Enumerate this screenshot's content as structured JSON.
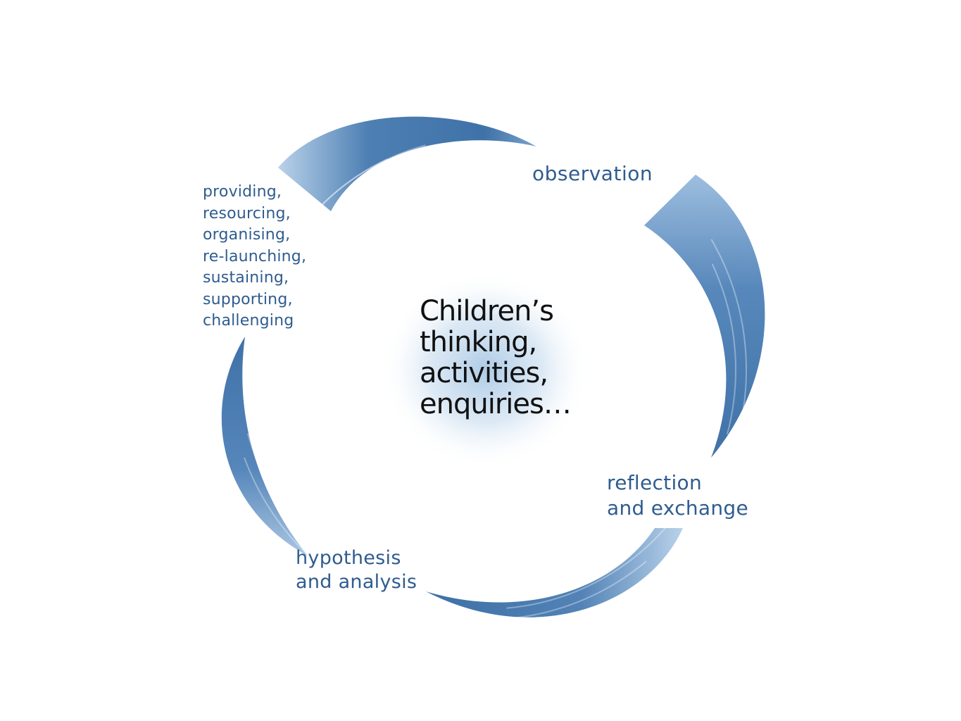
{
  "center": {
    "lines": [
      "Children’s",
      "thinking,",
      "activities,",
      "enquiries…"
    ]
  },
  "stages": {
    "observation": [
      "observation"
    ],
    "reflection": [
      "reflection",
      "and exchange"
    ],
    "hypothesis": [
      "hypothesis",
      "and analysis"
    ],
    "providing": [
      "providing,",
      "resourcing,",
      "organising,",
      "re-launching,",
      "sustaining,",
      "supporting,",
      "challenging"
    ]
  },
  "colors": {
    "arc": "#4a7bb0",
    "arc_light": "#a9c6e2",
    "label": "#2f5c8f",
    "center_text": "#111111",
    "center_glow": "#bcd6ec"
  }
}
